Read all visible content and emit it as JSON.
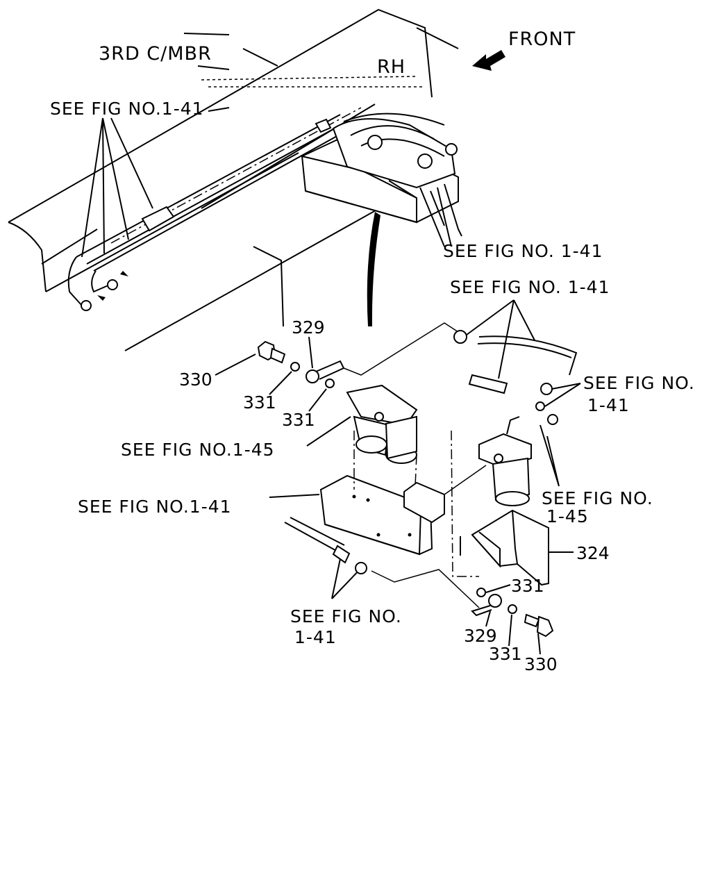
{
  "diagram": {
    "orientation": {
      "front_label": "FRONT",
      "side_label": "RH"
    },
    "member_label": "3RD C/MBR",
    "references": {
      "ref_top_left": "SEE FIG NO.1-41",
      "ref_top_right": "SEE FIG NO. 1-41",
      "ref_mid_right": "SEE FIG NO. 1-41",
      "ref_right_hose_line1": "SEE FIG NO.",
      "ref_right_hose_line2": "1-41",
      "ref_filter": "SEE FIG NO.1-45",
      "ref_right_filter_line1": "SEE FIG NO.",
      "ref_right_filter_line2": "1-45",
      "ref_bracket": "SEE FIG NO.1-41",
      "ref_bottom_hose_line1": "SEE FIG NO.",
      "ref_bottom_hose_line2": "1-41"
    },
    "part_numbers": {
      "upper_eye_bolt_fitting": "329",
      "upper_bolt": "330",
      "upper_washer_a": "331",
      "upper_washer_b": "331",
      "right_bracket": "324",
      "lower_washer_a": "331",
      "lower_eye_bolt_fitting": "329",
      "lower_washer_b": "331",
      "lower_bolt": "330"
    }
  }
}
